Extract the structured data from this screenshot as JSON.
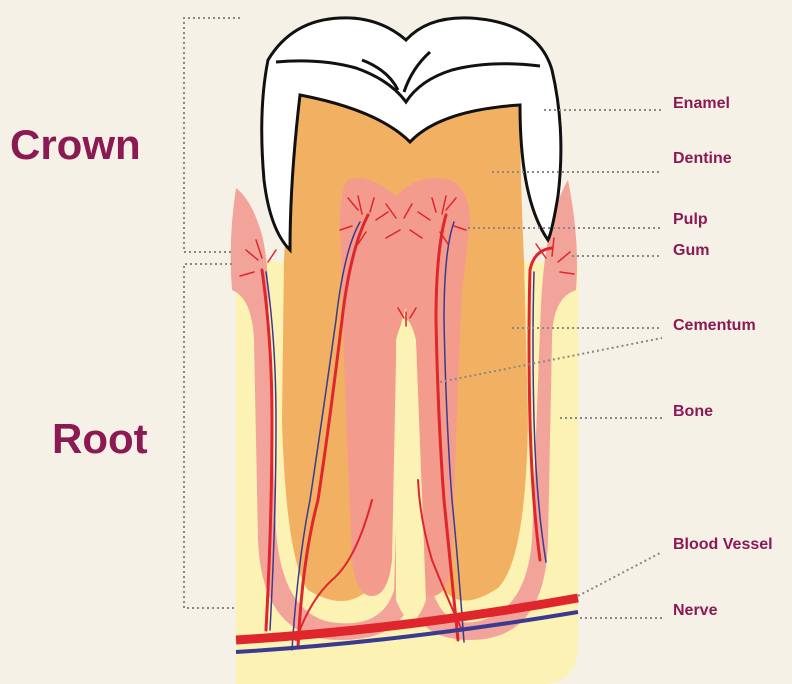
{
  "regions": {
    "crown": "Crown",
    "root": "Root"
  },
  "parts": {
    "enamel": "Enamel",
    "dentine": "Dentine",
    "pulp": "Pulp",
    "gum": "Gum",
    "cementum": "Cementum",
    "bone": "Bone",
    "blood_vessel": "Blood Vessel",
    "nerve": "Nerve"
  },
  "colors": {
    "background": "#f6f1e6",
    "label": "#8b1a54",
    "enamel": "#ffffff",
    "dentine": "#f2b162",
    "pulp": "#f39b8d",
    "gum": "#f3a49a",
    "bone": "#fbf2b3",
    "blood_vessel": "#e0262d",
    "nerve": "#3b3a91",
    "leader": "#888888"
  }
}
